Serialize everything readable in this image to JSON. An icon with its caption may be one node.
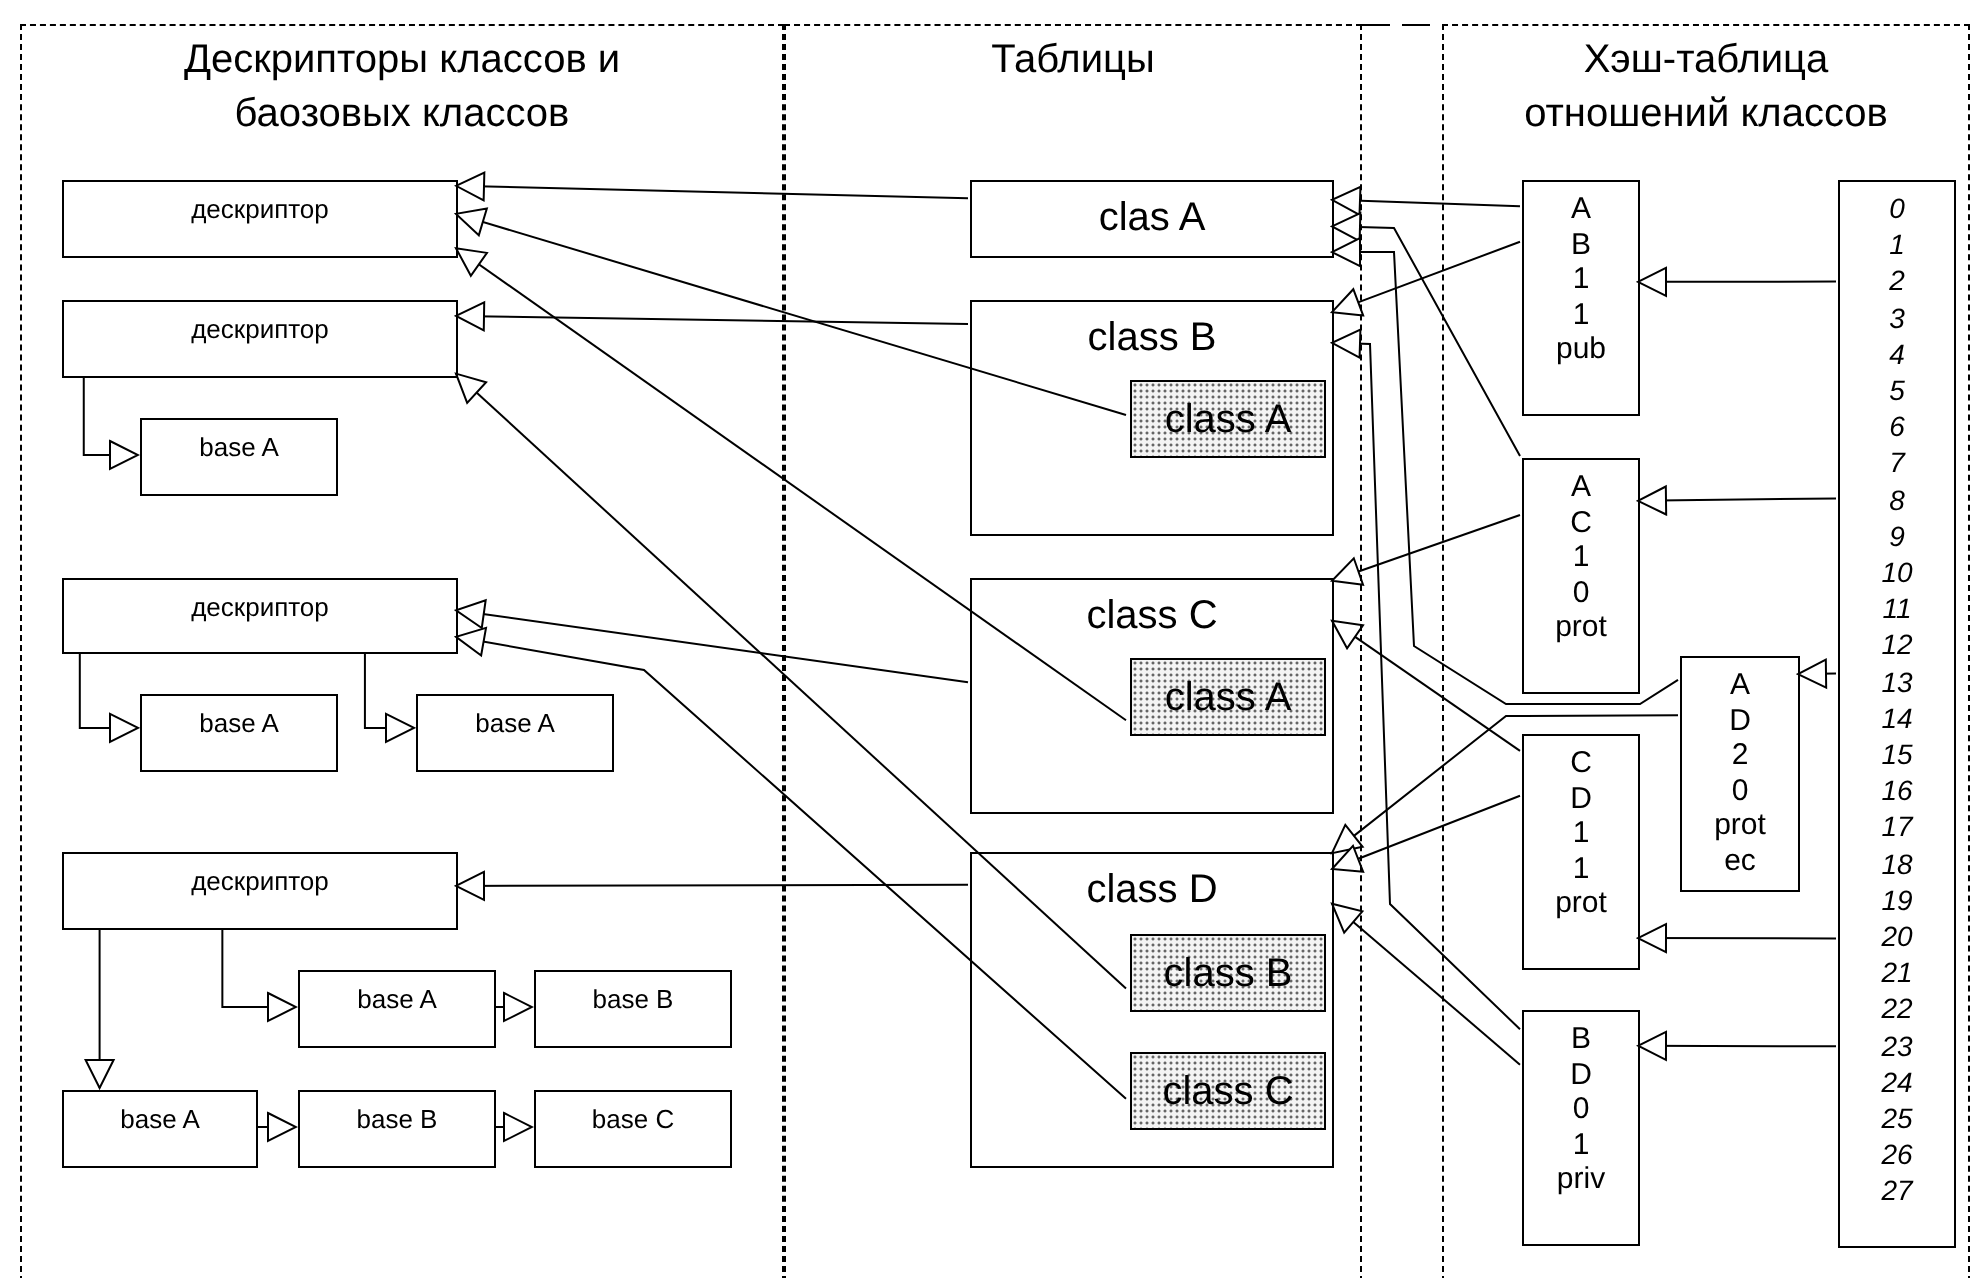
{
  "diagram": {
    "nodes": [
      {
        "text": [
          "Дескрипторы классов и баозовых классов"
        ]
      },
      {
        "text": [
          "Таблицы"
        ]
      },
      {
        "text": [
          "Хэш-таблица отношений классов"
        ]
      },
      {
        "text": [
          "дескриптор"
        ],
        "in": 0
      },
      {
        "text": [
          "дескриптор"
        ],
        "in": 0
      },
      {
        "text": [
          "base A"
        ],
        "in": 0
      },
      {
        "text": [
          "дескриптор"
        ],
        "in": 0
      },
      {
        "text": [
          "base A"
        ],
        "in": 0
      },
      {
        "text": [
          "base A"
        ],
        "in": 0
      },
      {
        "text": [
          "дескриптор"
        ],
        "in": 0
      },
      {
        "text": [
          "base A"
        ],
        "in": 0
      },
      {
        "text": [
          "base B"
        ],
        "in": 0
      },
      {
        "text": [
          "base A"
        ],
        "in": 0
      },
      {
        "text": [
          "base B"
        ],
        "in": 0
      },
      {
        "text": [
          "base C"
        ],
        "in": 0
      },
      {
        "text": [
          "clas A"
        ],
        "in": 1
      },
      {
        "text": [
          "class B"
        ],
        "in": 1
      },
      {
        "text": [
          "class A"
        ],
        "in": 16
      },
      {
        "text": [
          "class C"
        ],
        "in": 1
      },
      {
        "text": [
          "class A"
        ],
        "in": 18
      },
      {
        "text": [
          "class D"
        ],
        "in": 1
      },
      {
        "text": [
          "class B"
        ],
        "in": 20
      },
      {
        "text": [
          "class C"
        ],
        "in": 20
      },
      {
        "text": [
          "A",
          "B",
          "1",
          "1",
          "pub"
        ],
        "in": 2
      },
      {
        "text": [
          "A",
          "C",
          "1",
          "0",
          "prot"
        ],
        "in": 2
      },
      {
        "text": [
          "A",
          "D",
          "2",
          "0",
          "prot",
          "ec"
        ],
        "in": 2
      },
      {
        "text": [
          "C",
          "D",
          "1",
          "1",
          "prot"
        ],
        "in": 2
      },
      {
        "text": [
          "B",
          "D",
          "0",
          "1",
          "priv"
        ],
        "in": 2
      },
      {
        "text": [
          "0",
          "1",
          "2",
          "3",
          "4",
          "5",
          "6",
          "7",
          "8",
          "9",
          "10",
          "11",
          "12",
          "13",
          "14",
          "15",
          "16",
          "17",
          "18",
          "19",
          "20",
          "21",
          "22",
          "23",
          "24",
          "25",
          "26",
          "27"
        ],
        "in": 2
      }
    ],
    "edges": [
      {
        "from": 28,
        "to": 23,
        "arrow": "to"
      },
      {
        "from": 28,
        "to": 24,
        "arrow": "to"
      },
      {
        "from": 28,
        "to": 25,
        "arrow": "to"
      },
      {
        "from": 28,
        "to": 26,
        "arrow": "to"
      },
      {
        "from": 28,
        "to": 27,
        "arrow": "to"
      },
      {
        "from": 23,
        "to": 15,
        "arrow": "to"
      },
      {
        "from": 23,
        "to": 16,
        "arrow": "to"
      },
      {
        "from": 24,
        "to": 15,
        "arrow": "to"
      },
      {
        "from": 24,
        "to": 18,
        "arrow": "to"
      },
      {
        "from": 25,
        "to": 15,
        "arrow": "to"
      },
      {
        "from": 25,
        "to": 20,
        "arrow": "to"
      },
      {
        "from": 26,
        "to": 18,
        "arrow": "to"
      },
      {
        "from": 26,
        "to": 20,
        "arrow": "to"
      },
      {
        "from": 27,
        "to": 16,
        "arrow": "to"
      },
      {
        "from": 27,
        "to": 20,
        "arrow": "to"
      },
      {
        "from": 15,
        "to": 3,
        "arrow": "to"
      },
      {
        "from": 17,
        "to": 3,
        "arrow": "to"
      },
      {
        "from": 19,
        "to": 3,
        "arrow": "to"
      },
      {
        "from": 16,
        "to": 4,
        "arrow": "to"
      },
      {
        "from": 21,
        "to": 4,
        "arrow": "to"
      },
      {
        "from": 18,
        "to": 6,
        "arrow": "to"
      },
      {
        "from": 22,
        "to": 6,
        "arrow": "to"
      },
      {
        "from": 20,
        "to": 9,
        "arrow": "to"
      },
      {
        "from": 4,
        "to": 5,
        "arrow": "to"
      },
      {
        "from": 6,
        "to": 7,
        "arrow": "to"
      },
      {
        "from": 6,
        "to": 8,
        "arrow": "to"
      },
      {
        "from": 9,
        "to": 10,
        "arrow": "to"
      },
      {
        "from": 9,
        "to": 12,
        "arrow": "to"
      },
      {
        "from": 10,
        "to": 11,
        "arrow": "to"
      },
      {
        "from": 12,
        "to": 13,
        "arrow": "to"
      },
      {
        "from": 13,
        "to": 14,
        "arrow": "to"
      }
    ]
  }
}
